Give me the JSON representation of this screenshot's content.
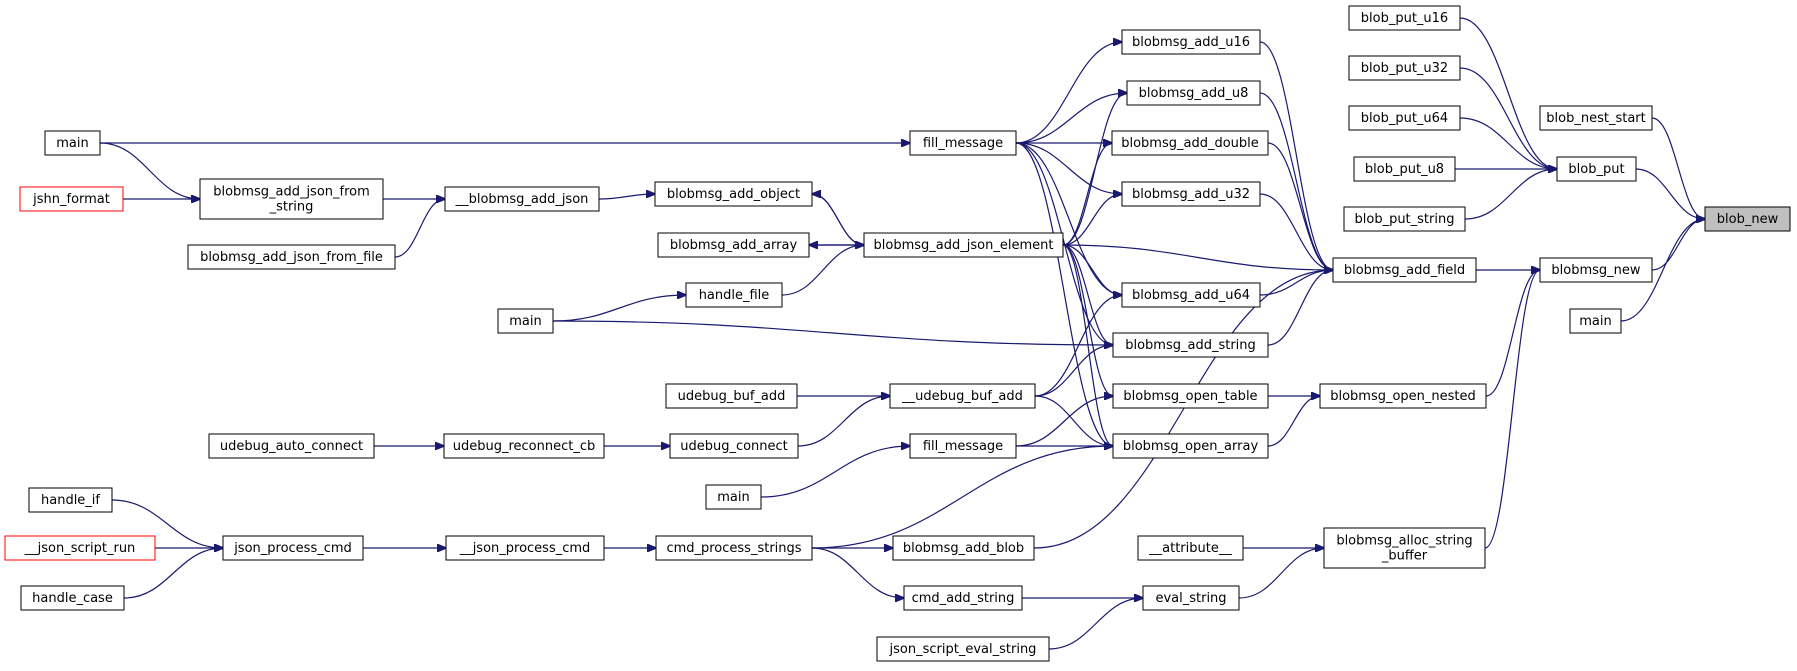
{
  "colors": {
    "edge": "#191970",
    "node_border": "#000000",
    "node_border_truncated": "#ff0000",
    "root_fill": "#bfbfbf",
    "background": "#ffffff"
  },
  "nodes": [
    {
      "id": "n_blob_new",
      "label": "blob_new",
      "kind": "root"
    },
    {
      "id": "n_blob_put",
      "label": "blob_put"
    },
    {
      "id": "n_blob_put_u16",
      "label": "blob_put_u16"
    },
    {
      "id": "n_blob_put_u32",
      "label": "blob_put_u32"
    },
    {
      "id": "n_blob_put_u64",
      "label": "blob_put_u64"
    },
    {
      "id": "n_blob_put_u8",
      "label": "blob_put_u8"
    },
    {
      "id": "n_blob_put_string",
      "label": "blob_put_string"
    },
    {
      "id": "n_blob_nest_start",
      "label": "blob_nest_start"
    },
    {
      "id": "n_blobmsg_new",
      "label": "blobmsg_new"
    },
    {
      "id": "n_main_r",
      "label": "main"
    },
    {
      "id": "n_blobmsg_add_field",
      "label": "blobmsg_add_field"
    },
    {
      "id": "n_blobmsg_open_nested",
      "label": "blobmsg_open_nested"
    },
    {
      "id": "n_blobmsg_alloc_string_buffer",
      "label": "blobmsg_alloc_string\n_buffer"
    },
    {
      "id": "n_attribute",
      "label": "__attribute__"
    },
    {
      "id": "n_blobmsg_add_u16",
      "label": "blobmsg_add_u16"
    },
    {
      "id": "n_blobmsg_add_u8",
      "label": "blobmsg_add_u8"
    },
    {
      "id": "n_blobmsg_add_double",
      "label": "blobmsg_add_double"
    },
    {
      "id": "n_blobmsg_add_u32",
      "label": "blobmsg_add_u32"
    },
    {
      "id": "n_blobmsg_add_u64",
      "label": "blobmsg_add_u64"
    },
    {
      "id": "n_blobmsg_add_string",
      "label": "blobmsg_add_string"
    },
    {
      "id": "n_blobmsg_open_table",
      "label": "blobmsg_open_table"
    },
    {
      "id": "n_blobmsg_open_array",
      "label": "blobmsg_open_array"
    },
    {
      "id": "n_blobmsg_add_blob",
      "label": "blobmsg_add_blob"
    },
    {
      "id": "n_eval_string",
      "label": "eval_string"
    },
    {
      "id": "n_fill_message_top",
      "label": "fill_message"
    },
    {
      "id": "n_blobmsg_add_json_element",
      "label": "blobmsg_add_json_element"
    },
    {
      "id": "n_handle_file",
      "label": "handle_file"
    },
    {
      "id": "n_udebug_buf_add2",
      "label": "__udebug_buf_add"
    },
    {
      "id": "n_udebug_connect",
      "label": "udebug_connect"
    },
    {
      "id": "n_fill_message_bot",
      "label": "fill_message"
    },
    {
      "id": "n_main_mid",
      "label": "main"
    },
    {
      "id": "n_cmd_process_strings",
      "label": "cmd_process_strings"
    },
    {
      "id": "n_cmd_add_string",
      "label": "cmd_add_string"
    },
    {
      "id": "n_json_script_eval_string",
      "label": "json_script_eval_string"
    },
    {
      "id": "n_blobmsg_add_object",
      "label": "blobmsg_add_object"
    },
    {
      "id": "n_blobmsg_add_array",
      "label": "blobmsg_add_array"
    },
    {
      "id": "n_blobmsg_add_json2",
      "label": "__blobmsg_add_json"
    },
    {
      "id": "n_blobmsg_add_json_from_string",
      "label": "blobmsg_add_json_from\n_string"
    },
    {
      "id": "n_blobmsg_add_json_from_file",
      "label": "blobmsg_add_json_from_file"
    },
    {
      "id": "n_main_top",
      "label": "main"
    },
    {
      "id": "n_jshn_format",
      "label": "jshn_format",
      "kind": "red"
    },
    {
      "id": "n_main_left_mid",
      "label": "main"
    },
    {
      "id": "n_udebug_buf_add",
      "label": "udebug_buf_add"
    },
    {
      "id": "n_udebug_reconnect_cb",
      "label": "udebug_reconnect_cb"
    },
    {
      "id": "n_udebug_auto_connect",
      "label": "udebug_auto_connect"
    },
    {
      "id": "n_json_process_cmd2",
      "label": "__json_process_cmd"
    },
    {
      "id": "n_json_process_cmd",
      "label": "json_process_cmd"
    },
    {
      "id": "n_handle_if",
      "label": "handle_if"
    },
    {
      "id": "n_json_script_run",
      "label": "__json_script_run",
      "kind": "red"
    },
    {
      "id": "n_handle_case",
      "label": "handle_case"
    }
  ],
  "edges": [
    [
      "n_blob_put",
      "n_blob_new"
    ],
    [
      "n_blob_nest_start",
      "n_blob_new"
    ],
    [
      "n_blobmsg_new",
      "n_blob_new"
    ],
    [
      "n_main_r",
      "n_blob_new"
    ],
    [
      "n_blob_put_u16",
      "n_blob_put"
    ],
    [
      "n_blob_put_u32",
      "n_blob_put"
    ],
    [
      "n_blob_put_u64",
      "n_blob_put"
    ],
    [
      "n_blob_put_u8",
      "n_blob_put"
    ],
    [
      "n_blob_put_string",
      "n_blob_put"
    ],
    [
      "n_blobmsg_add_field",
      "n_blobmsg_new"
    ],
    [
      "n_blobmsg_open_nested",
      "n_blobmsg_new"
    ],
    [
      "n_blobmsg_alloc_string_buffer",
      "n_blobmsg_new"
    ],
    [
      "n_blobmsg_add_u16",
      "n_blobmsg_add_field"
    ],
    [
      "n_blobmsg_add_u8",
      "n_blobmsg_add_field"
    ],
    [
      "n_blobmsg_add_double",
      "n_blobmsg_add_field"
    ],
    [
      "n_blobmsg_add_u32",
      "n_blobmsg_add_field"
    ],
    [
      "n_blobmsg_add_u64",
      "n_blobmsg_add_field"
    ],
    [
      "n_blobmsg_add_string",
      "n_blobmsg_add_field"
    ],
    [
      "n_blobmsg_add_json_element",
      "n_blobmsg_add_field"
    ],
    [
      "n_blobmsg_add_blob",
      "n_blobmsg_add_field"
    ],
    [
      "n_blobmsg_open_table",
      "n_blobmsg_open_nested"
    ],
    [
      "n_blobmsg_open_array",
      "n_blobmsg_open_nested"
    ],
    [
      "n_attribute",
      "n_blobmsg_alloc_string_buffer"
    ],
    [
      "n_eval_string",
      "n_blobmsg_alloc_string_buffer"
    ],
    [
      "n_fill_message_top",
      "n_blobmsg_add_u16"
    ],
    [
      "n_fill_message_top",
      "n_blobmsg_add_u8"
    ],
    [
      "n_fill_message_top",
      "n_blobmsg_add_double"
    ],
    [
      "n_fill_message_top",
      "n_blobmsg_add_u32"
    ],
    [
      "n_fill_message_top",
      "n_blobmsg_add_u64"
    ],
    [
      "n_fill_message_top",
      "n_blobmsg_add_string"
    ],
    [
      "n_fill_message_top",
      "n_blobmsg_open_array"
    ],
    [
      "n_blobmsg_add_json_element",
      "n_blobmsg_add_u8"
    ],
    [
      "n_blobmsg_add_json_element",
      "n_blobmsg_add_double"
    ],
    [
      "n_blobmsg_add_json_element",
      "n_blobmsg_add_u32"
    ],
    [
      "n_blobmsg_add_json_element",
      "n_blobmsg_add_u64"
    ],
    [
      "n_blobmsg_add_json_element",
      "n_blobmsg_add_string"
    ],
    [
      "n_blobmsg_add_json_element",
      "n_blobmsg_open_table"
    ],
    [
      "n_blobmsg_add_json_element",
      "n_blobmsg_open_array"
    ],
    [
      "n_blobmsg_add_json_element",
      "n_blobmsg_add_object"
    ],
    [
      "n_blobmsg_add_json_element",
      "n_blobmsg_add_array"
    ],
    [
      "n_blobmsg_add_object",
      "n_blobmsg_add_json_element"
    ],
    [
      "n_blobmsg_add_array",
      "n_blobmsg_add_json_element"
    ],
    [
      "n_blobmsg_add_json2",
      "n_blobmsg_add_object"
    ],
    [
      "n_handle_file",
      "n_blobmsg_add_json_element"
    ],
    [
      "n_blobmsg_add_json_from_string",
      "n_blobmsg_add_json2"
    ],
    [
      "n_blobmsg_add_json_from_file",
      "n_blobmsg_add_json2"
    ],
    [
      "n_main_top",
      "n_fill_message_top"
    ],
    [
      "n_main_top",
      "n_blobmsg_add_json_from_string"
    ],
    [
      "n_jshn_format",
      "n_blobmsg_add_json_from_string"
    ],
    [
      "n_main_left_mid",
      "n_handle_file"
    ],
    [
      "n_main_left_mid",
      "n_blobmsg_add_string"
    ],
    [
      "n_udebug_buf_add2",
      "n_blobmsg_add_u64"
    ],
    [
      "n_udebug_buf_add2",
      "n_blobmsg_add_string"
    ],
    [
      "n_udebug_buf_add2",
      "n_blobmsg_open_array"
    ],
    [
      "n_udebug_connect",
      "n_udebug_buf_add2"
    ],
    [
      "n_udebug_buf_add",
      "n_udebug_buf_add2"
    ],
    [
      "n_udebug_reconnect_cb",
      "n_udebug_connect"
    ],
    [
      "n_udebug_auto_connect",
      "n_udebug_reconnect_cb"
    ],
    [
      "n_fill_message_bot",
      "n_blobmsg_open_table"
    ],
    [
      "n_fill_message_bot",
      "n_blobmsg_open_array"
    ],
    [
      "n_main_mid",
      "n_fill_message_bot"
    ],
    [
      "n_cmd_process_strings",
      "n_blobmsg_add_blob"
    ],
    [
      "n_cmd_process_strings",
      "n_blobmsg_open_array"
    ],
    [
      "n_cmd_process_strings",
      "n_cmd_add_string"
    ],
    [
      "n_cmd_add_string",
      "n_eval_string"
    ],
    [
      "n_json_script_eval_string",
      "n_eval_string"
    ],
    [
      "n_json_process_cmd2",
      "n_cmd_process_strings"
    ],
    [
      "n_json_process_cmd",
      "n_json_process_cmd2"
    ],
    [
      "n_handle_if",
      "n_json_process_cmd"
    ],
    [
      "n_json_script_run",
      "n_json_process_cmd"
    ],
    [
      "n_handle_case",
      "n_json_process_cmd"
    ]
  ]
}
